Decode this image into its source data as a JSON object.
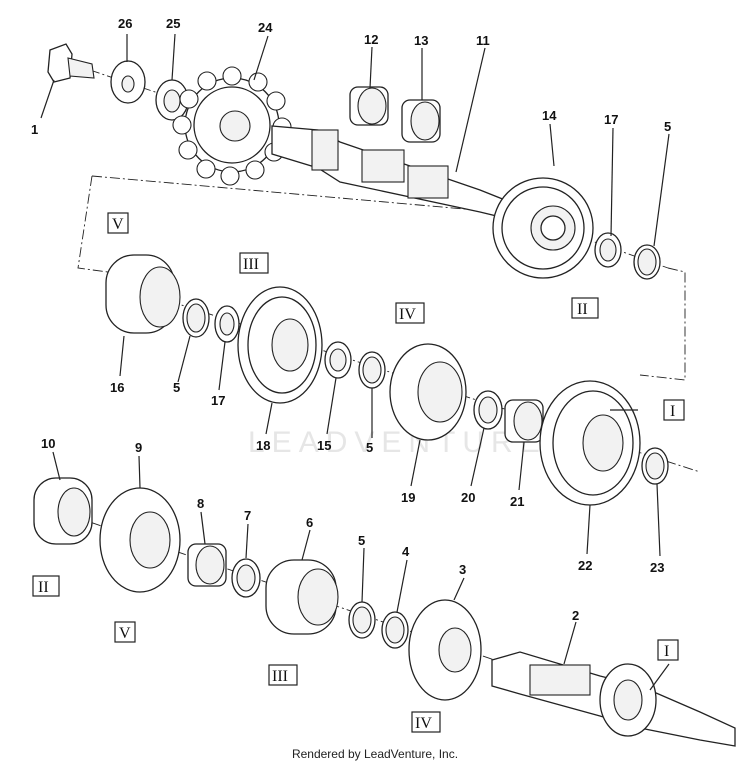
{
  "callouts": [
    "1",
    "2",
    "3",
    "4",
    "5",
    "5",
    "5",
    "5",
    "6",
    "7",
    "8",
    "9",
    "10",
    "11",
    "12",
    "13",
    "14",
    "15",
    "16",
    "17",
    "17",
    "18",
    "19",
    "20",
    "21",
    "22",
    "23",
    "24",
    "25",
    "26"
  ],
  "roman_labels": [
    "V",
    "III",
    "II",
    "IV",
    "I",
    "II",
    "V",
    "III",
    "IV",
    "I"
  ],
  "watermark": "LEADVENTURE",
  "footer": {
    "credit": "Rendered by LeadVenture, Inc."
  }
}
